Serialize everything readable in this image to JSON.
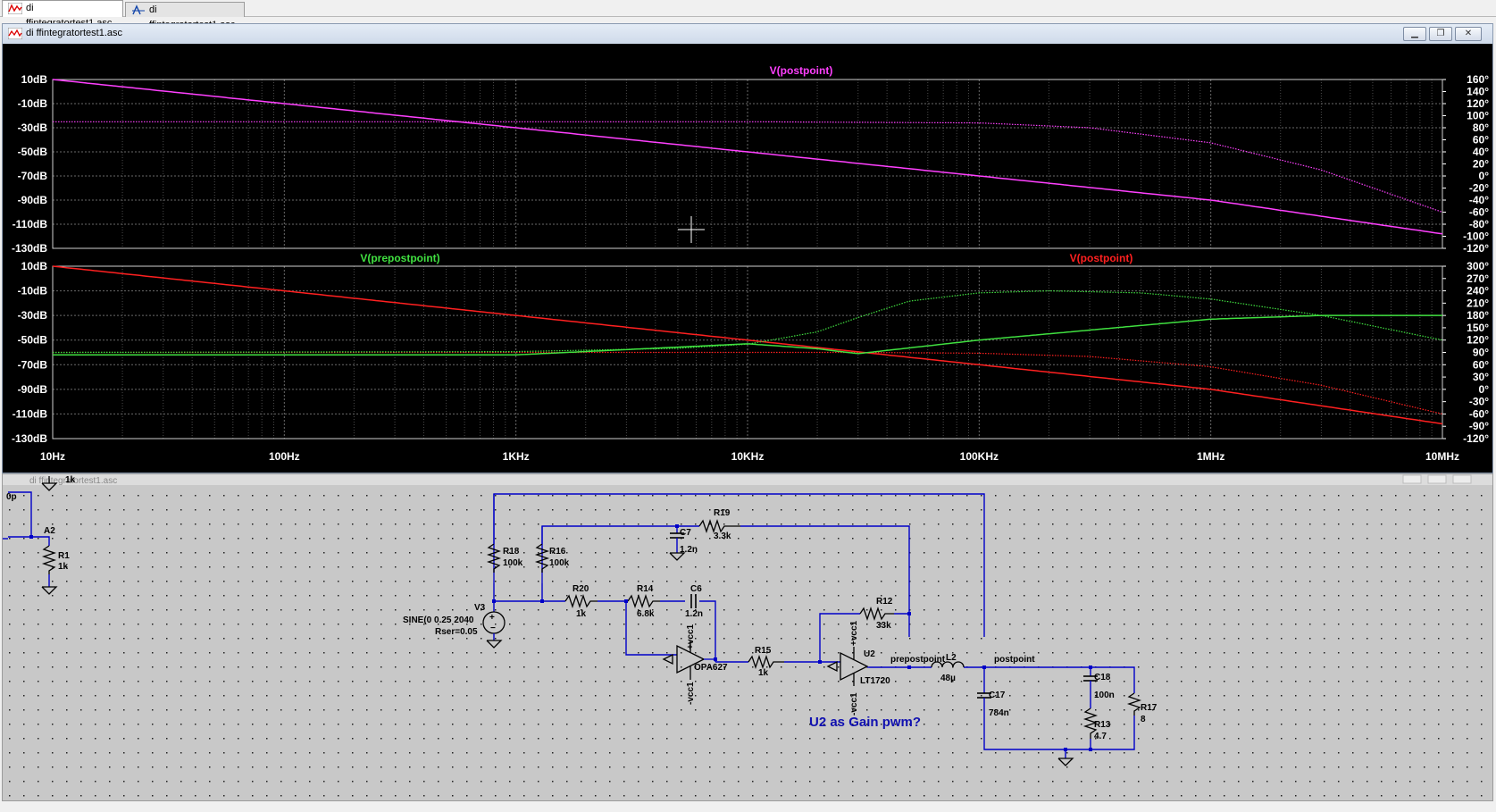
{
  "tabs": [
    {
      "label": "di ffintegratortest1.asc",
      "active": true
    },
    {
      "label": "di ffintegratortest1.asc",
      "active": false
    }
  ],
  "plot_window": {
    "title": "di ffintegratortest1.asc",
    "buttons": [
      "minimize",
      "maximize",
      "close"
    ]
  },
  "schematic_window": {
    "title": "di ffintegratortest1.asc",
    "annotation": "U2 as Gain pwm?"
  },
  "colors": {
    "magenta": "#ff40ff",
    "green": "#40e040",
    "red": "#ff2020",
    "wire": "#0000c8",
    "plot_bg": "#000000",
    "sch_bg": "#c8c8c8"
  },
  "chart_data": [
    {
      "type": "line",
      "title": "",
      "traces": [
        {
          "name": "V(postpoint)",
          "color": "#ff40ff"
        }
      ],
      "x_ticks": [
        "10Hz",
        "100Hz",
        "1KHz",
        "10KHz",
        "100KHz",
        "1MHz",
        "10MHz"
      ],
      "y_left_ticks": [
        "10dB",
        "-10dB",
        "-30dB",
        "-50dB",
        "-70dB",
        "-90dB",
        "-110dB",
        "-130dB"
      ],
      "y_right_ticks": [
        "160°",
        "140°",
        "120°",
        "100°",
        "80°",
        "60°",
        "40°",
        "20°",
        "0°",
        "-20°",
        "-40°",
        "-60°",
        "-80°",
        "-100°",
        "-120°"
      ],
      "xlim_hz": [
        10,
        10000000
      ],
      "ylim_db": [
        -130,
        10
      ],
      "ylim_deg": [
        -120,
        160
      ],
      "x_scale": "log",
      "magnitude": {
        "x_hz": [
          10,
          100,
          1000,
          10000,
          100000,
          1000000,
          10000000
        ],
        "y_db": [
          10,
          -10,
          -30,
          -50,
          -70,
          -90,
          -118
        ]
      },
      "phase": {
        "x_hz": [
          10,
          100,
          1000,
          10000,
          100000,
          300000,
          1000000,
          3000000,
          10000000
        ],
        "y_deg": [
          90,
          90,
          90,
          90,
          88,
          80,
          55,
          10,
          -60
        ]
      },
      "grid": true
    },
    {
      "type": "line",
      "title": "",
      "traces": [
        {
          "name": "V(prepostpoint)",
          "color": "#40e040"
        },
        {
          "name": "V(postpoint)",
          "color": "#ff2020"
        }
      ],
      "x_ticks": [
        "10Hz",
        "100Hz",
        "1KHz",
        "10KHz",
        "100KHz",
        "1MHz",
        "10MHz"
      ],
      "y_left_ticks": [
        "10dB",
        "-10dB",
        "-30dB",
        "-50dB",
        "-70dB",
        "-90dB",
        "-110dB",
        "-130dB"
      ],
      "y_right_ticks": [
        "300°",
        "270°",
        "240°",
        "210°",
        "180°",
        "150°",
        "120°",
        "90°",
        "60°",
        "30°",
        "0°",
        "-30°",
        "-60°",
        "-90°",
        "-120°"
      ],
      "xlim_hz": [
        10,
        10000000
      ],
      "ylim_db": [
        -130,
        10
      ],
      "ylim_deg": [
        -120,
        300
      ],
      "x_scale": "log",
      "series": [
        {
          "name": "V(postpoint) magnitude",
          "color": "#ff2020",
          "x_hz": [
            10,
            100,
            1000,
            10000,
            100000,
            1000000,
            10000000
          ],
          "y_db": [
            10,
            -10,
            -30,
            -50,
            -70,
            -90,
            -118
          ]
        },
        {
          "name": "V(postpoint) phase",
          "color": "#ff2020",
          "x_hz": [
            10,
            1000,
            30000,
            100000,
            300000,
            1000000,
            3000000,
            10000000
          ],
          "y_deg": [
            90,
            90,
            90,
            88,
            80,
            55,
            10,
            -60
          ]
        },
        {
          "name": "V(prepostpoint) magnitude",
          "color": "#40e040",
          "x_hz": [
            10,
            1000,
            10000,
            20000,
            30000,
            100000,
            1000000,
            3000000,
            10000000
          ],
          "y_db": [
            -62,
            -62,
            -53,
            -57,
            -61,
            -50,
            -33,
            -30,
            -30
          ]
        },
        {
          "name": "V(prepostpoint) phase",
          "color": "#40e040",
          "x_hz": [
            10,
            1000,
            5000,
            10000,
            20000,
            30000,
            50000,
            100000,
            200000,
            500000,
            1000000,
            3000000,
            10000000
          ],
          "y_deg": [
            90,
            92,
            100,
            110,
            140,
            175,
            215,
            235,
            240,
            235,
            220,
            180,
            120
          ]
        }
      ],
      "grid": true
    }
  ],
  "schematic": {
    "components": [
      {
        "ref": "R18",
        "value": "100k"
      },
      {
        "ref": "R16",
        "value": "100k"
      },
      {
        "ref": "R19",
        "value": "3.3k"
      },
      {
        "ref": "C7",
        "value": "1.2n"
      },
      {
        "ref": "R20",
        "value": "1k"
      },
      {
        "ref": "R14",
        "value": "6.8k"
      },
      {
        "ref": "C6",
        "value": "1.2n"
      },
      {
        "ref": "R12",
        "value": "33k"
      },
      {
        "ref": "R15",
        "value": "1k"
      },
      {
        "ref": "U2",
        "value": "LT1720"
      },
      {
        "ref": "OPA627",
        "value": ""
      },
      {
        "ref": "L2",
        "value": "48µ"
      },
      {
        "ref": "C17",
        "value": "784n"
      },
      {
        "ref": "C18",
        "value": "100n"
      },
      {
        "ref": "R13",
        "value": "4.7"
      },
      {
        "ref": "R17",
        "value": "8"
      },
      {
        "ref": "R1",
        "value": "1k"
      },
      {
        "ref": "A2",
        "value": ""
      },
      {
        "ref": "V3",
        "value": ""
      }
    ],
    "source_text": "SINE(0 0.25 2040",
    "rser_text": "Rser=0.05",
    "net_labels": [
      "prepostpoint",
      "postpoint"
    ],
    "supply_labels": [
      "+vcc1",
      "-vcc1"
    ],
    "misc_labels": [
      "1k",
      "0p"
    ]
  }
}
